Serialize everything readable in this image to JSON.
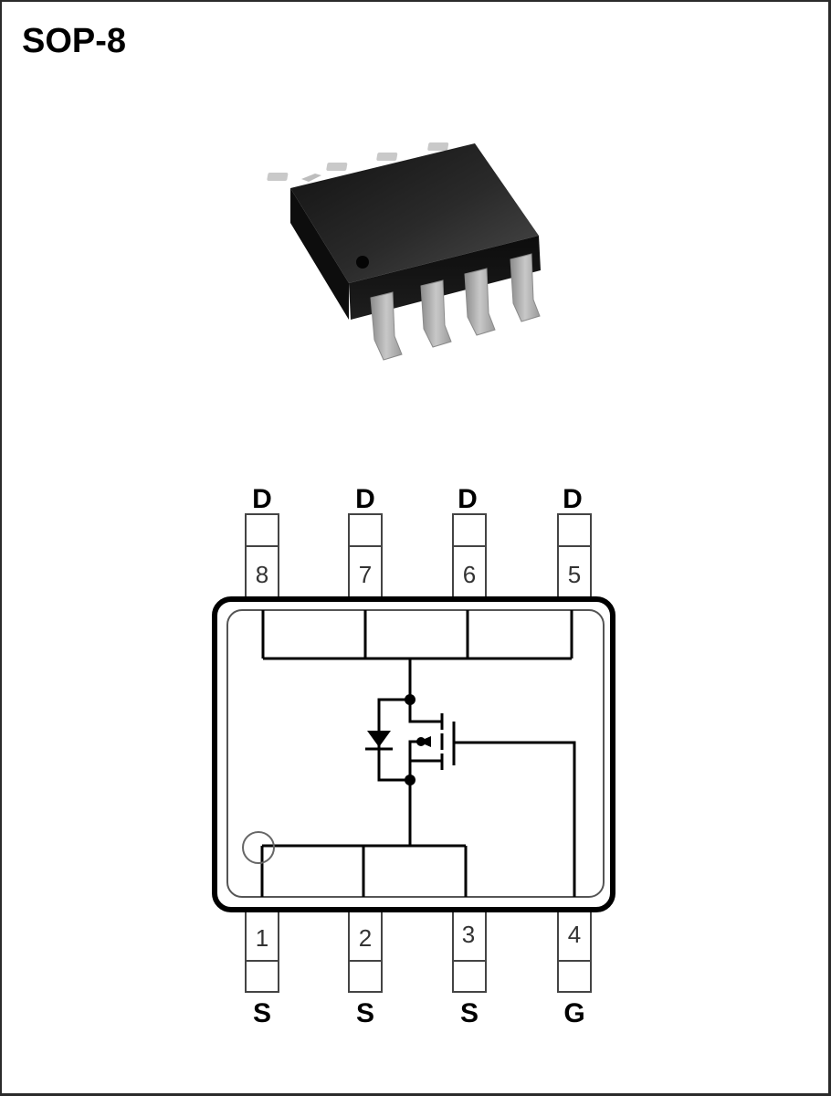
{
  "title": "SOP-8",
  "package": {
    "name": "SOP-8",
    "illustration": "chip-3d-render",
    "body_color": "#1a1a1a",
    "lead_color": "#a9a9a9",
    "pin1_marker": "dot"
  },
  "pinout": {
    "top_pins": [
      {
        "number": "8",
        "function": "D"
      },
      {
        "number": "7",
        "function": "D"
      },
      {
        "number": "6",
        "function": "D"
      },
      {
        "number": "5",
        "function": "D"
      }
    ],
    "bottom_pins": [
      {
        "number": "1",
        "function": "S"
      },
      {
        "number": "2",
        "function": "S"
      },
      {
        "number": "3",
        "function": "S"
      },
      {
        "number": "4",
        "function": "G"
      }
    ],
    "symbol": "n-channel-mosfet-with-body-diode",
    "pin1_marker": "circle"
  }
}
